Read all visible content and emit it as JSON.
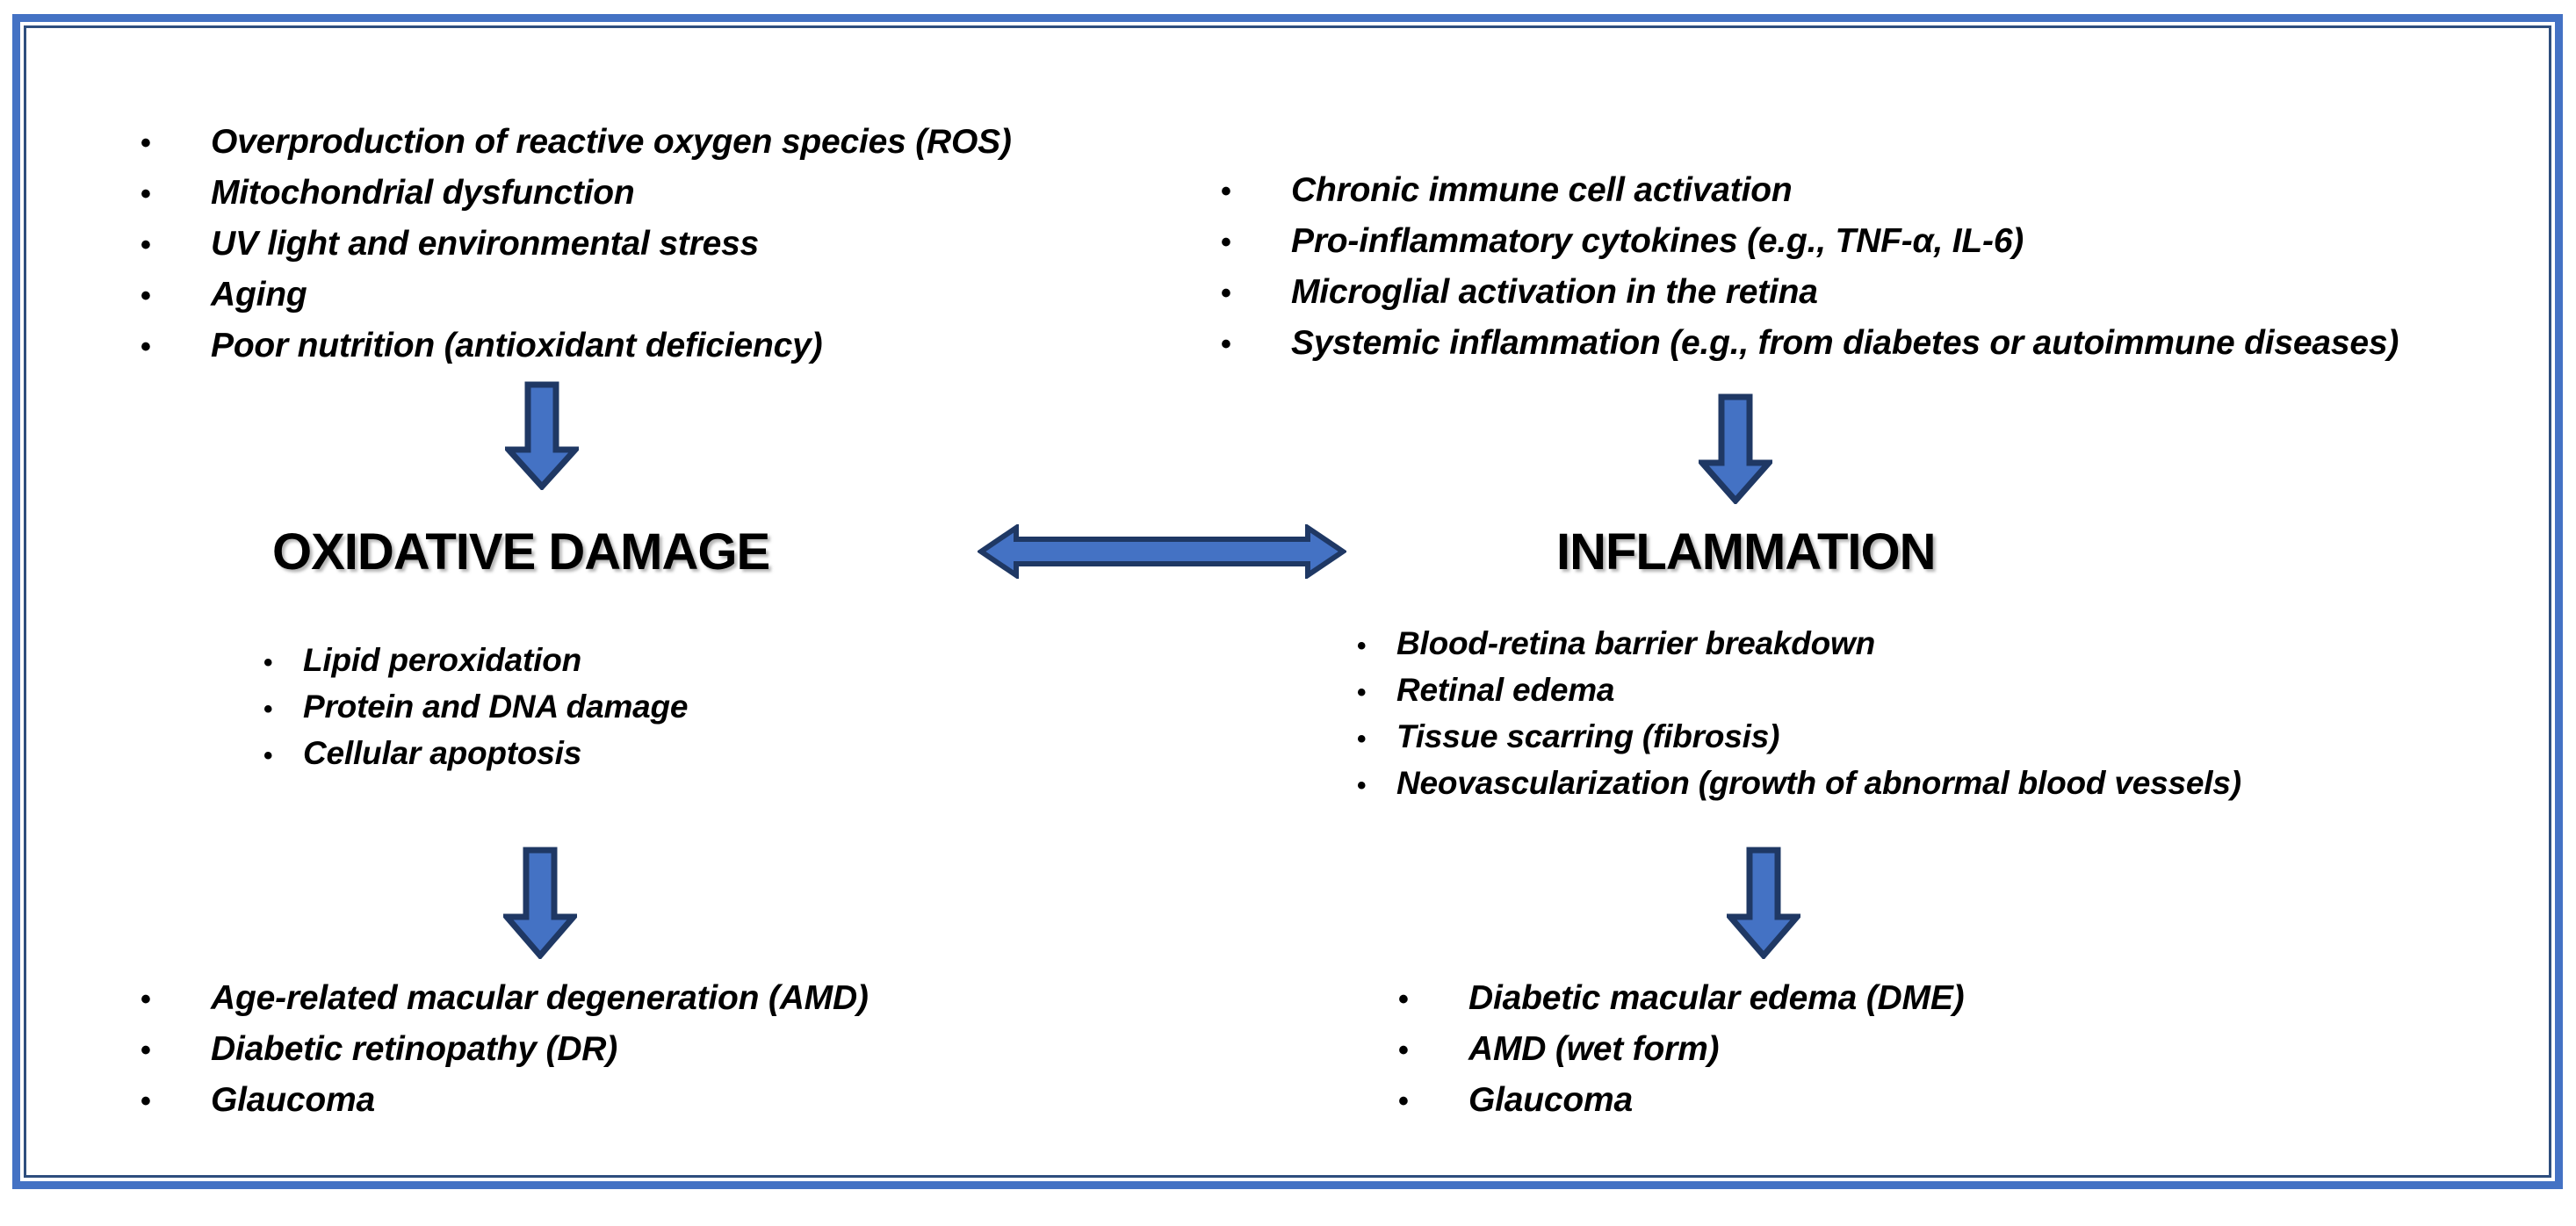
{
  "diagram": {
    "title_left": "OXIDATIVE DAMAGE",
    "title_right": "INFLAMMATION",
    "bullet_glyph": "•",
    "colors": {
      "arrow_fill": "#4472C4",
      "arrow_stroke": "#1F3864",
      "frame_outer": "#4472C4",
      "frame_inner": "#2E4E7E",
      "text": "#000000",
      "background": "#FFFFFF"
    }
  },
  "left_column": {
    "causes": [
      "Overproduction of reactive oxygen species (ROS)",
      "Mitochondrial dysfunction",
      "UV light and environmental stress",
      "Aging",
      "Poor nutrition (antioxidant deficiency)"
    ],
    "heading": "OXIDATIVE DAMAGE",
    "effects": [
      "Lipid peroxidation",
      "Protein and DNA damage",
      "Cellular apoptosis"
    ],
    "outcomes": [
      "Age-related macular degeneration (AMD)",
      "Diabetic retinopathy (DR)",
      "Glaucoma"
    ]
  },
  "right_column": {
    "causes": [
      "Chronic immune cell activation",
      "Pro-inflammatory cytokines (e.g., TNF-α, IL-6)",
      "Microglial activation in the retina",
      "Systemic inflammation (e.g., from diabetes or autoimmune diseases)"
    ],
    "heading": "INFLAMMATION",
    "effects": [
      "Blood-retina barrier breakdown",
      "Retinal edema",
      "Tissue scarring (fibrosis)",
      "Neovascularization (growth of abnormal blood vessels)"
    ],
    "outcomes": [
      "Diabetic macular edema (DME)",
      "AMD (wet form)",
      "Glaucoma"
    ]
  }
}
